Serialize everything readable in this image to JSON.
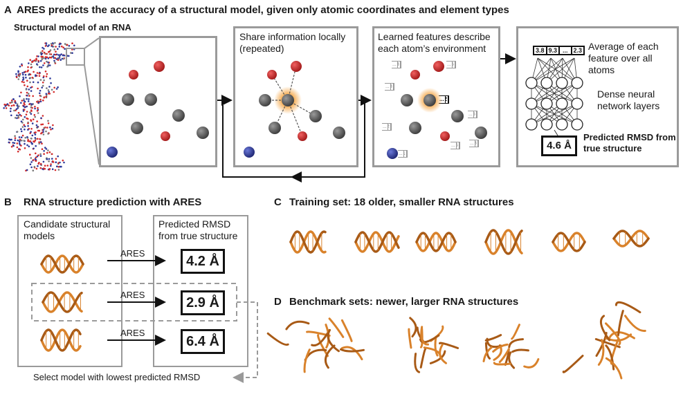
{
  "panel_a": {
    "letter": "A",
    "title": "ARES predicts the accuracy of a structural model, given only atomic coordinates and element types",
    "rna_label": "Structural model of an RNA",
    "share_label": "Share information locally (repeated)",
    "learned_label": "Learned features describe each atom’s environment",
    "avg_label": "Average of each feature over all atoms",
    "dense_label": "Dense neural network layers",
    "predicted_label": "Predicted RMSD from true structure",
    "predicted_value": "4.6 Å",
    "top_features": [
      "3.8",
      "9.3",
      "...",
      "2.3"
    ],
    "feature_boxes": [
      [
        "5.6",
        "3.3",
        "..."
      ],
      [
        "5.0",
        "4.5",
        "..."
      ],
      [
        "3.2",
        "4.8",
        "..."
      ],
      [
        "1.5",
        "9.2",
        "..."
      ],
      [
        "4.3",
        "4.5",
        "..."
      ],
      [
        "0.5",
        "2.2",
        "..."
      ],
      [
        "5.6",
        "2.6",
        "..."
      ],
      [
        "6.0",
        "3.8",
        "..."
      ],
      [
        "5.5",
        "8.1",
        "..."
      ]
    ],
    "colors": {
      "oxygen": "#d42a2a",
      "carbon": "#5a5a5a",
      "nitrogen": "#2e3a9a",
      "glow": "#f5a23c"
    }
  },
  "panel_b": {
    "letter": "B",
    "title": "RNA structure prediction with ARES",
    "candidate_label": "Candidate structural models",
    "predicted_label": "Predicted RMSD from true structure",
    "arrow_label": "ARES",
    "values": [
      "4.2 Å",
      "2.9 Å",
      "6.4 Å"
    ],
    "select_label": "Select model with lowest predicted RMSD"
  },
  "panel_c": {
    "letter": "C",
    "title": "Training set: 18 older, smaller RNA structures"
  },
  "panel_d": {
    "letter": "D",
    "title": "Benchmark sets: newer, larger RNA structures"
  },
  "colors": {
    "rna": "#d9822b",
    "rna_dark": "#a85a16",
    "panel_border": "#9a9a9a"
  }
}
